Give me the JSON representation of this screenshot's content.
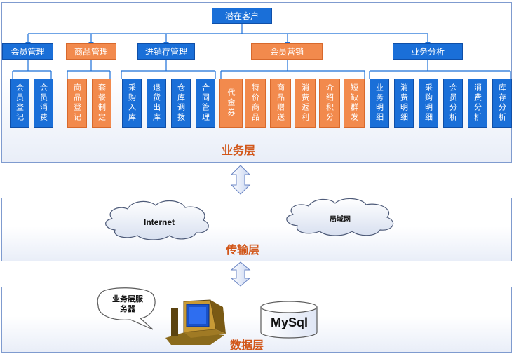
{
  "root": "潜在客户",
  "categories": [
    {
      "label": "会员管理",
      "color": "blue",
      "items": [
        "会员登记",
        "会员消费"
      ]
    },
    {
      "label": "商品管理",
      "color": "orange",
      "items": [
        "商品登记",
        "套餐制定"
      ]
    },
    {
      "label": "进销存管理",
      "color": "blue",
      "items": [
        "采购入库",
        "退货出库",
        "仓库调拨",
        "合同管理"
      ]
    },
    {
      "label": "会员营销",
      "color": "orange",
      "items": [
        "代金券",
        "特价商品",
        "商品赠送",
        "消费返利",
        "介绍积分",
        "短缺群发"
      ]
    },
    {
      "label": "业务分析",
      "color": "blue",
      "items": [
        "业务明细",
        "消费明细",
        "采购明细",
        "会员分析",
        "消费分析",
        "库存分析"
      ]
    }
  ],
  "layers": {
    "business": "业务层",
    "transport": "传输层",
    "data": "数据层"
  },
  "network": {
    "internet": "Internet",
    "lan": "局域网"
  },
  "data_layer": {
    "server_bubble": "业务层服务器",
    "db": "MySql"
  },
  "colors": {
    "blue": "#1a6fd8",
    "orange": "#f28a4d",
    "label": "#d2571a"
  }
}
